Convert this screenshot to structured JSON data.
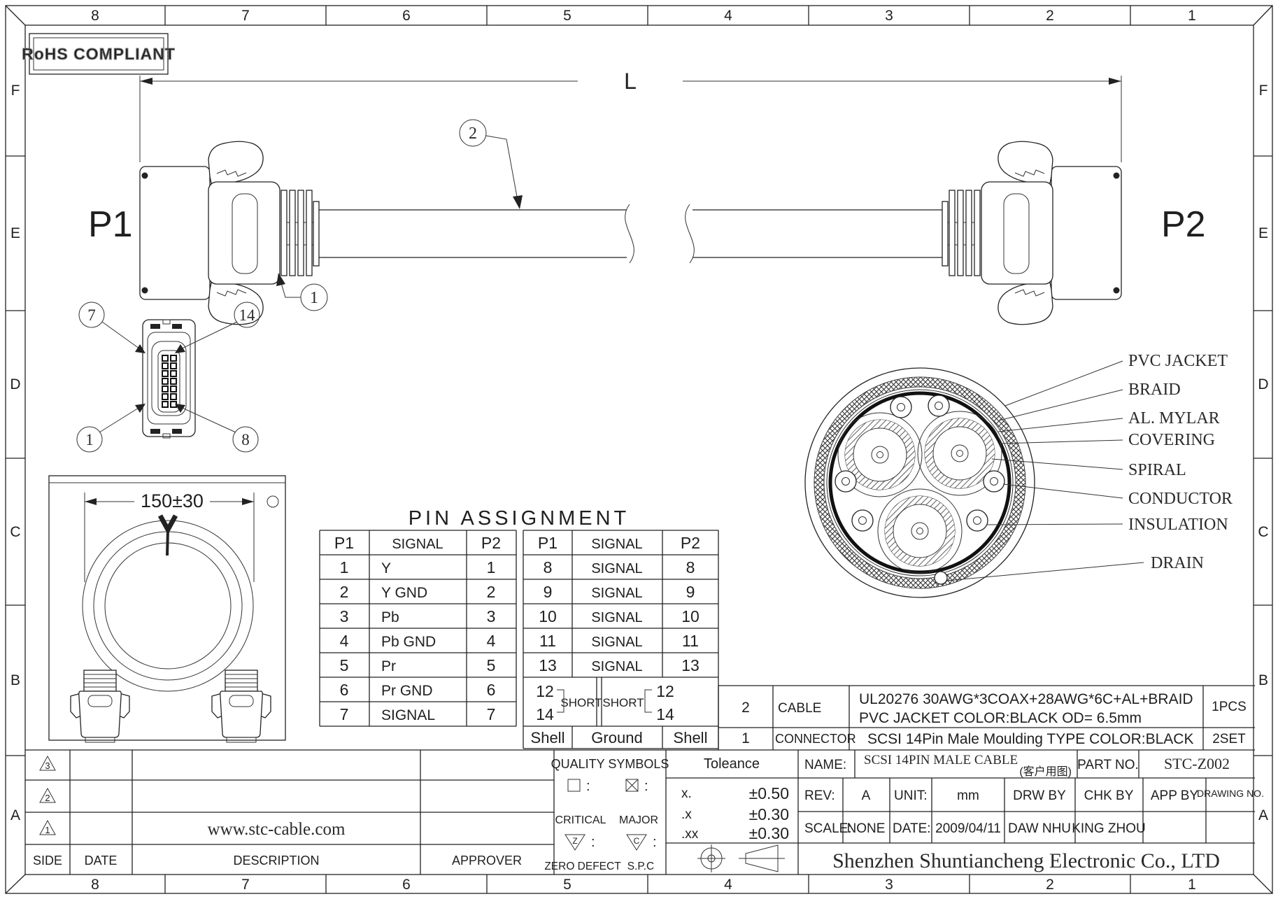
{
  "zones": {
    "columns": [
      "8",
      "7",
      "6",
      "5",
      "4",
      "3",
      "2",
      "1"
    ],
    "rows": [
      "F",
      "E",
      "D",
      "C",
      "B",
      "A"
    ]
  },
  "stamp": {
    "rohs": "RoHS COMPLIANT"
  },
  "cable_drawing": {
    "p1_label": "P1",
    "p2_label": "P2",
    "length_label": "L",
    "callout_jacket": "2",
    "callout_strain": "1"
  },
  "face_view": {
    "balloon_tl": "7",
    "balloon_tr": "14",
    "balloon_bl": "1",
    "balloon_br": "8"
  },
  "coil_view": {
    "dimension": "150±30"
  },
  "cross_section": {
    "labels": [
      "PVC JACKET",
      "BRAID",
      "AL. MYLAR",
      "COVERING",
      "SPIRAL",
      "CONDUCTOR",
      "INSULATION",
      "DRAIN"
    ]
  },
  "pin_assignment": {
    "title": "PIN ASSIGNMENT",
    "left": {
      "headers": [
        "P1",
        "SIGNAL",
        "P2"
      ],
      "rows": [
        [
          "1",
          "Y",
          "1"
        ],
        [
          "2",
          "Y GND",
          "2"
        ],
        [
          "3",
          "Pb",
          "3"
        ],
        [
          "4",
          "Pb GND",
          "4"
        ],
        [
          "5",
          "Pr",
          "5"
        ],
        [
          "6",
          "Pr GND",
          "6"
        ],
        [
          "7",
          "SIGNAL",
          "7"
        ]
      ]
    },
    "right": {
      "headers": [
        "P1",
        "SIGNAL",
        "P2"
      ],
      "rows": [
        [
          "8",
          "SIGNAL",
          "8"
        ],
        [
          "9",
          "SIGNAL",
          "9"
        ],
        [
          "10",
          "SIGNAL",
          "10"
        ],
        [
          "11",
          "SIGNAL",
          "11"
        ],
        [
          "13",
          "SIGNAL",
          "13"
        ]
      ],
      "short_row": {
        "left_pin_a": "12",
        "left_pin_b": "14",
        "left_label": "SHORT",
        "right_label": "SHORT",
        "right_pin_a": "12",
        "right_pin_b": "14"
      },
      "shell_row": [
        "Shell",
        "Ground",
        "Shell"
      ]
    }
  },
  "bom": {
    "rows": [
      {
        "item": "2",
        "part": "CABLE",
        "desc1": "UL20276 30AWG*3COAX+28AWG*6C+AL+BRAID",
        "desc2": "PVC JACKET COLOR:BLACK OD= 6.5mm",
        "qty": "1PCS"
      },
      {
        "item": "1",
        "part": "CONNECTOR",
        "desc1": "SCSI 14Pin Male Moulding TYPE COLOR:BLACK",
        "qty": "2SET"
      }
    ]
  },
  "quality_symbols": {
    "title": "QUALITY SYMBOLS",
    "colon": ":",
    "critical": "CRITICAL",
    "major": "MAJOR",
    "zero_defect": "ZERO DEFECT",
    "spc": "S.P.C",
    "tri_z": "Z",
    "tri_c": "C"
  },
  "tolerance": {
    "title": "Toleance",
    "rows": [
      {
        "label": "x.",
        "value": "±0.50"
      },
      {
        "label": ".x",
        "value": "±0.30"
      },
      {
        "label": ".xx",
        "value": "±0.30"
      }
    ]
  },
  "title_block": {
    "name_label": "NAME:",
    "name_value": "SCSI 14PIN MALE CABLE",
    "name_note": "(客户用图)",
    "part_no_label": "PART NO.",
    "part_no_value": "STC-Z002",
    "rev_label": "REV:",
    "rev_value": "A",
    "unit_label": "UNIT:",
    "unit_value": "mm",
    "drw_by_label": "DRW BY",
    "chk_by_label": "CHK BY",
    "app_by_label": "APP BY",
    "drawing_no_label": "DRAWING NO.",
    "scale_label": "SCALE:",
    "scale_value": "NONE",
    "date_label": "DATE:",
    "date_value": "2009/04/11",
    "drw_by_value": "DAW NHU",
    "chk_by_value": "KING ZHOU",
    "company": "Shenzhen Shuntiancheng Electronic Co., LTD"
  },
  "revision_table": {
    "markers": [
      "3",
      "2",
      "1"
    ],
    "website": "www.stc-cable.com",
    "headers": [
      "SIDE",
      "DATE",
      "DESCRIPTION",
      "APPROVER"
    ]
  }
}
